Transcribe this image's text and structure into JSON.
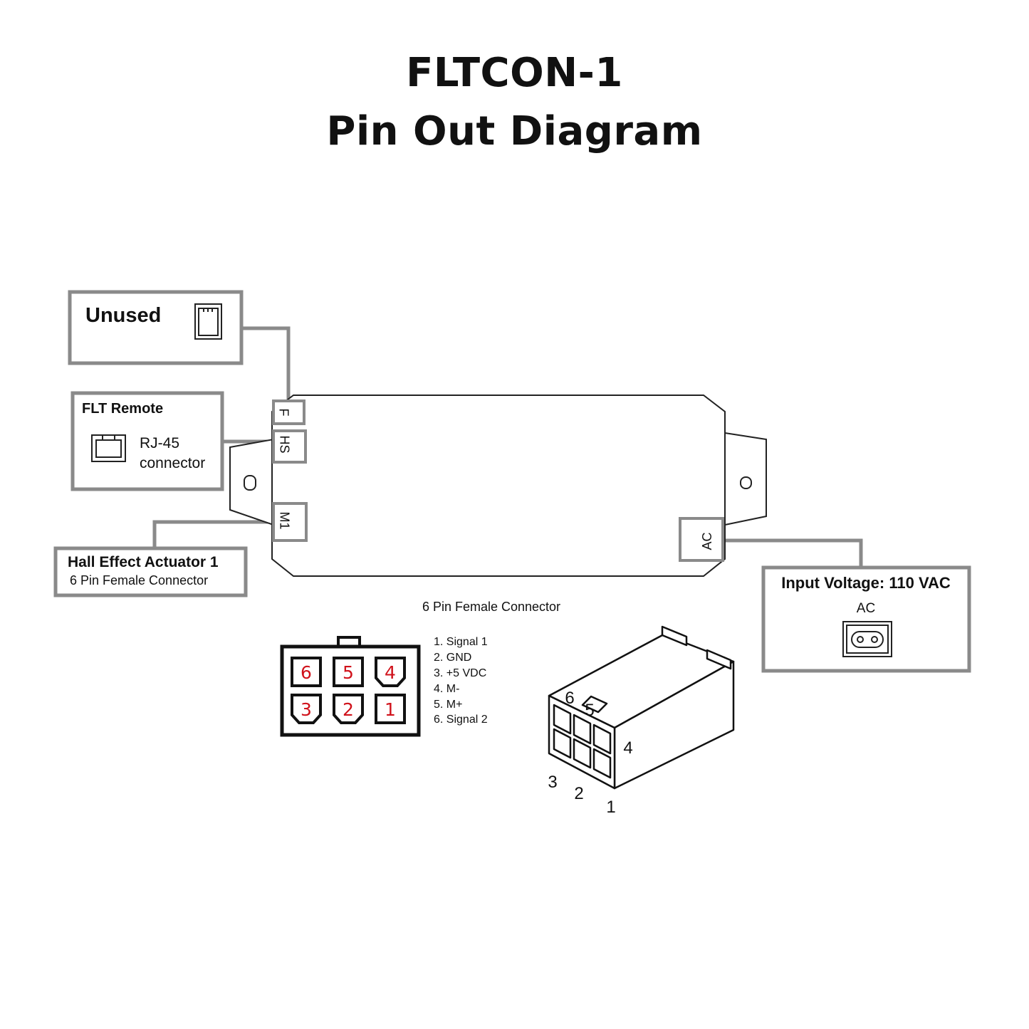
{
  "title": {
    "line1": "FLTCON-1",
    "line2": "Pin Out Diagram"
  },
  "callouts": {
    "unused": {
      "label": "Unused"
    },
    "flt_remote": {
      "label": "FLT Remote",
      "detail_1": "RJ-45",
      "detail_2": "connector"
    },
    "hall_effect": {
      "label": "Hall Effect Actuator 1",
      "detail": "6 Pin Female Connector"
    },
    "input_voltage": {
      "label": "Input Voltage: 110 VAC",
      "detail": "AC"
    }
  },
  "controller_ports": {
    "f": "F",
    "hs": "HS",
    "m1": "M1",
    "ac": "AC"
  },
  "connector": {
    "heading": "6 Pin Female Connector",
    "face_pins_top": [
      "6",
      "5",
      "4"
    ],
    "face_pins_bottom": [
      "3",
      "2",
      "1"
    ],
    "pinout": [
      "1. Signal 1",
      "2. GND",
      "3. +5 VDC",
      "4. M-",
      "5. M+",
      "6. Signal 2"
    ],
    "iso_labels": [
      "6",
      "5",
      "4",
      "3",
      "2",
      "1"
    ]
  },
  "colors": {
    "callout_border": "#8a8a8a",
    "pin_number": "#d0121b",
    "line": "#222222"
  }
}
